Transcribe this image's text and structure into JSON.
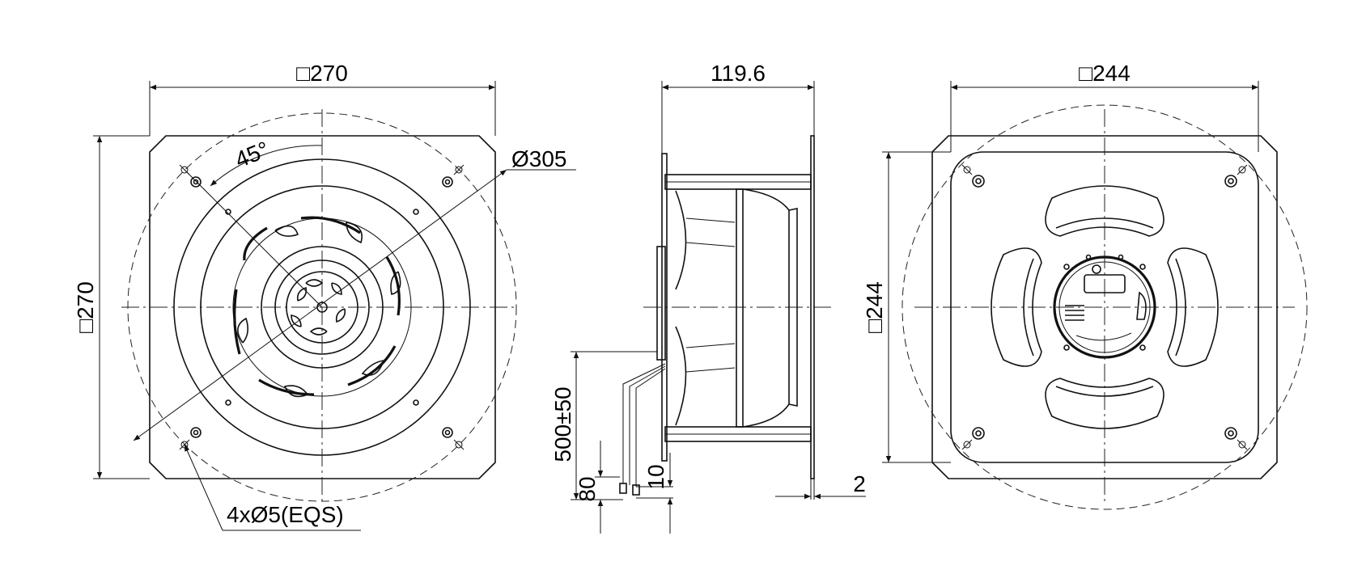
{
  "colors": {
    "line": "#111111",
    "background": "#ffffff"
  },
  "front_view": {
    "width_label": "□270",
    "height_label": "□270",
    "angle_label": "45°",
    "diameter_label": "Ø305",
    "holes_label": "4xØ5(EQS)"
  },
  "side_view": {
    "depth_label": "119.6",
    "cable_length_label": "500±50",
    "strip_label": "80",
    "end_label": "10",
    "flange_label": "2"
  },
  "rear_view": {
    "width_label": "□244",
    "height_label": "□244"
  }
}
